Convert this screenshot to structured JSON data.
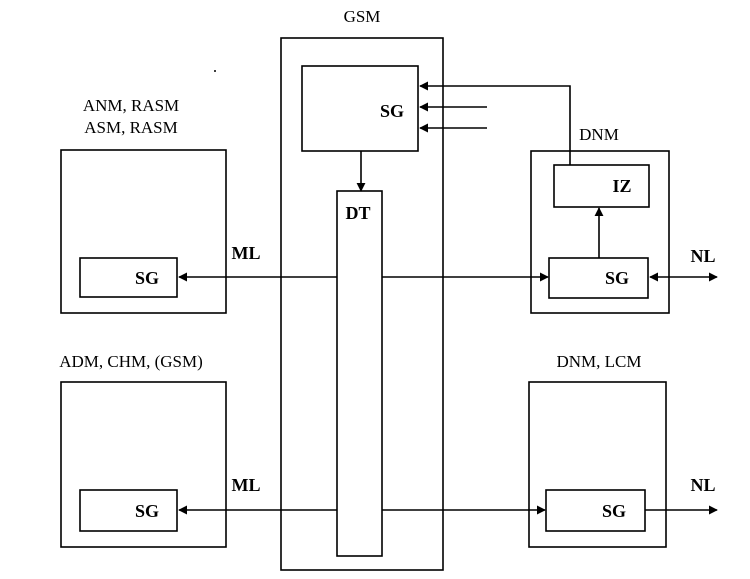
{
  "gsm": {
    "title": "GSM",
    "sg": "SG",
    "dt": "DT"
  },
  "top_left": {
    "title_line1": "ANM, RASM",
    "title_line2": "ASM, RASM",
    "sg": "SG"
  },
  "top_right": {
    "title": "DNM",
    "iz": "IZ",
    "sg": "SG"
  },
  "bottom_left": {
    "title": "ADM, CHM, (GSM)",
    "sg": "SG"
  },
  "bottom_right": {
    "title": "DNM, LCM",
    "sg": "SG"
  },
  "links": {
    "ml_top": "ML",
    "ml_bottom": "ML",
    "nl_top": "NL",
    "nl_bottom": "NL"
  }
}
